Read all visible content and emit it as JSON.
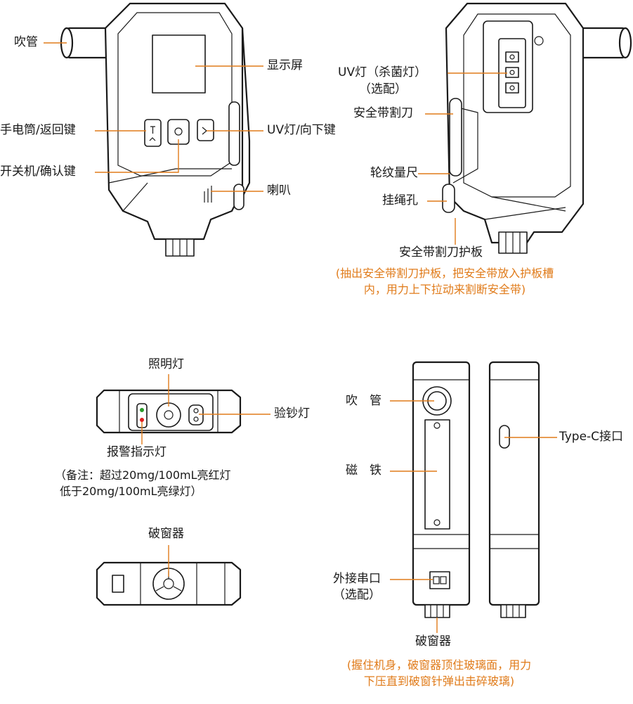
{
  "labels": {
    "front_tube": "吹管",
    "display": "显示屏",
    "flashlight_back_key": "手电筒/返回键",
    "uv_down_key": "UV灯/向下键",
    "power_confirm_key": "开关机/确认键",
    "speaker": "喇叭",
    "uv_lamp": "UV灯（杀菌灯）",
    "uv_lamp_optional": "（选配）",
    "belt_cutter": "安全带割刀",
    "ruler": "轮纹量尺",
    "lanyard_hole": "挂绳孔",
    "cutter_guard": "安全带割刀护板",
    "top_light": "照明灯",
    "money_light": "验钞灯",
    "alarm_light": "报警指示灯",
    "window_breaker_top": "破窗器",
    "side_tube": "吹　管",
    "magnet": "磁　铁",
    "typec": "Type-C接口",
    "serial_port": "外接串口",
    "serial_optional": "（选配）",
    "window_breaker_bottom": "破窗器"
  },
  "notes": {
    "cutter_note_line1": "(抽出安全带割刀护板，把安全带放入护板槽",
    "cutter_note_line2": "内，用力上下拉动来割断安全带)",
    "alarm_note_line1": "（备注：超过20mg/100mL亮红灯",
    "alarm_note_line2": "低于20mg/100mL亮绿灯）",
    "breaker_note_line1": "(握住机身，破窗器顶住玻璃面，用力",
    "breaker_note_line2": "下压直到破窗针弹出击碎玻璃)"
  },
  "colors": {
    "leader_line": "#e07b1a",
    "note_text": "#e07b1a",
    "outline": "#1a1a1a",
    "red_led": "#e02020",
    "green_led": "#2a9a2a"
  }
}
